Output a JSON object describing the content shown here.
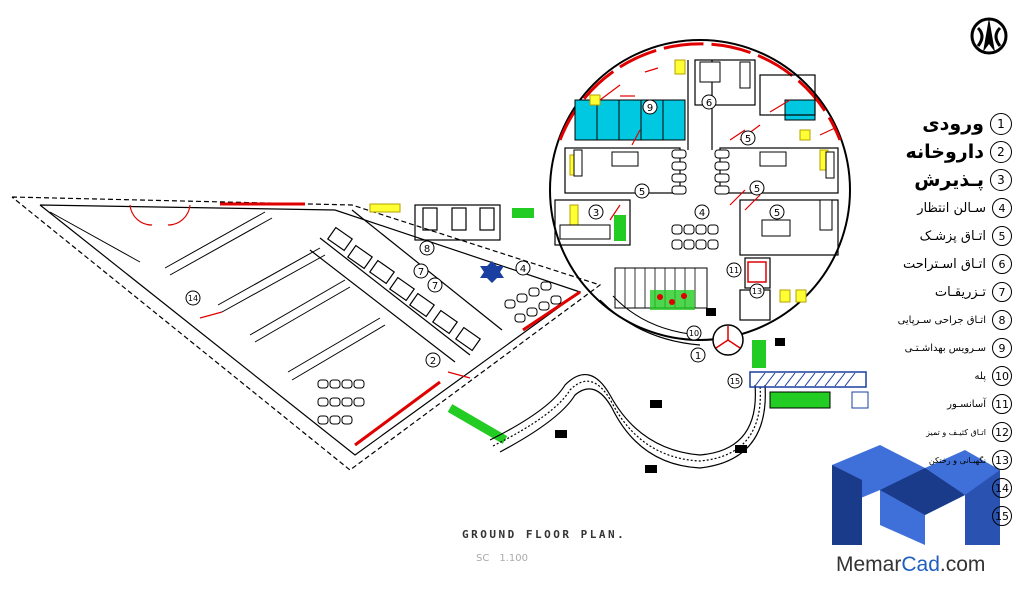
{
  "title": "GROUND  FLOOR  PLAN.",
  "scale_label": "SC",
  "scale_value": "1.100",
  "brand": {
    "name": "Memar",
    "accent": "Cad",
    "suffix": ".com",
    "color_main": "#333333",
    "color_accent": "#1f5fbf"
  },
  "legend": [
    {
      "num": "1",
      "label": "ورودی",
      "size": "big"
    },
    {
      "num": "2",
      "label": "داروخانه",
      "size": "big"
    },
    {
      "num": "3",
      "label": "پـذیرش",
      "size": "big"
    },
    {
      "num": "4",
      "label": "سـالن انتظار",
      "size": "normal"
    },
    {
      "num": "5",
      "label": "اتـاق پزشـک",
      "size": "normal"
    },
    {
      "num": "6",
      "label": "اتـاق اسـتراحت",
      "size": "normal"
    },
    {
      "num": "7",
      "label": "تـزریقـات",
      "size": "normal"
    },
    {
      "num": "8",
      "label": "اتـاق جراحی سـرپایی",
      "size": "small"
    },
    {
      "num": "9",
      "label": "سـرویس بهداشـتـی",
      "size": "small"
    },
    {
      "num": "10",
      "label": "پله",
      "size": "small"
    },
    {
      "num": "11",
      "label": "آسانسـور",
      "size": "small"
    },
    {
      "num": "12",
      "label": "اتـاق کثیـف و تمیز",
      "size": "tiny"
    },
    {
      "num": "13",
      "label": "نگهبـانی و رختکن",
      "size": "tiny"
    },
    {
      "num": "14",
      "label": "",
      "size": "normal"
    },
    {
      "num": "15",
      "label": "",
      "size": "normal"
    }
  ],
  "plan_tags": [
    "1",
    "2",
    "3",
    "4",
    "4",
    "5",
    "5",
    "5",
    "5",
    "6",
    "7",
    "7",
    "8",
    "9",
    "10",
    "11",
    "13",
    "14",
    "15"
  ],
  "colors": {
    "wall": "#000000",
    "red": "#e00000",
    "cyan": "#00c8e0",
    "yellow": "#ffff33",
    "green": "#22cc22",
    "blue": "#1a3fa0",
    "logo_dark": "#1a3a8a",
    "logo_mid": "#3f6fd8"
  }
}
